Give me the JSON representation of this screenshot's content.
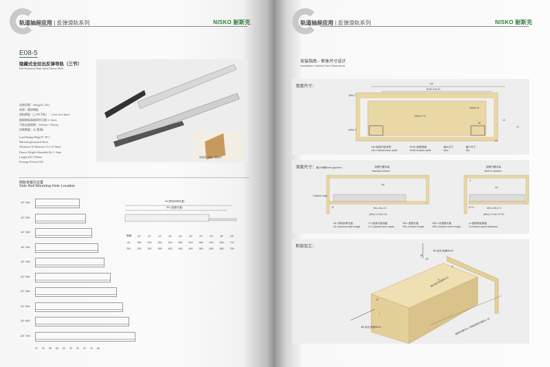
{
  "header": {
    "category": "轨道抽屉应用",
    "series": "反弹滑轨系列",
    "brand": "NISKO 耐斯克"
  },
  "left_page": {
    "model": "E08-5",
    "title_cn": "隐藏式全拉出反弹导轨（三节）",
    "title_en": "Full Extension Push Open Drawer Slide",
    "specs_cn": [
      "动态负载：35kg(14\"-28\")",
      "材质：镀锌钢板",
      "材料厚度（上/中/下轨）：1.5x1.5x1.8mm",
      "抽屉前板高度调节可调 1~3mm",
      "可选长度规格：250mm~700mm",
      "包装数量：10 套/箱"
    ],
    "specs_en": [
      "Load Rating:35kg(14\"-28\")",
      "Material:galvanized Sheet",
      "Thickness Of Material:1.5/1.5/1.8mm",
      "Drawer Height Adjustable By 1~3mm",
      "Length:250~700mm",
      "Packing:10 Sets/CTN"
    ],
    "photo_caption": "轻按开 优雅一按即开",
    "hole_section_cn": "侧轨安装孔位置",
    "hole_section_en": "Side Rail Mounting Hole Location",
    "sizes": [
      "10\" 250",
      "12\" 300",
      "14\" 350",
      "16\" 400",
      "18\" 450",
      "20\" 500",
      "22\" 550",
      "24\" 600",
      "26\" 650",
      "28\" 700"
    ],
    "bottom_dims": [
      "37",
      "32",
      "96",
      "64",
      "32",
      "32",
      "32",
      "32",
      "32",
      "64"
    ],
    "rail_nl_label": "NL(导轨标称长度)",
    "rail_skl_label": "SKL(抽屉长度)",
    "table": {
      "headers": [
        "规格",
        "10\"",
        "12\"",
        "14\"",
        "16\"",
        "18\"",
        "20\"",
        "22\"",
        "24\"",
        "26\"",
        "28\""
      ],
      "rows": [
        [
          "NL",
          "260",
          "310",
          "360",
          "410",
          "460",
          "510",
          "560",
          "610",
          "660",
          "710"
        ],
        [
          "SKL",
          "250",
          "300",
          "350",
          "400",
          "450",
          "500",
          "550",
          "600",
          "650",
          "700"
        ]
      ]
    }
  },
  "right_page": {
    "title_cn": "安装指南 – 柜体尺寸设计",
    "title_en": "Installation Cabinet Size Dimensions",
    "width_panel": {
      "label": "宽度尺寸：",
      "dims": {
        "lw": "LW",
        "skw": "SKW=LW-42",
        "min7": "(Min) 7",
        "max10": "(Max) 10",
        "min27": "(Min) 27.5",
        "min3": "(Min) 3",
        "d12": "12",
        "d37": "37",
        "d21": "21",
        "d16": "16"
      },
      "legend": [
        [
          "LW=柜体内部净宽",
          "LW=Cabinet inner width"
        ],
        [
          "SKW=抽屉宽度",
          "SKW=Drawer width"
        ],
        [
          "最大尺寸",
          "Max"
        ],
        [
          "最小尺寸",
          "Min"
        ]
      ]
    },
    "depth_panel": {
      "label": "深度尺寸：",
      "standard_cn": "抽屉外置安装",
      "standard_en": "Standard drawer",
      "builtin_cn": "抽屉内置安装",
      "builtin_en": "Built in drawers",
      "gap": "最小间隙3mm gap3mm",
      "cabinet_edge": "Cabinet edge",
      "std_dims": [
        "NL",
        "SKL=NL-10",
        "(Min) LT=NL+10",
        "37"
      ],
      "bi_dims": [
        "X",
        "NL",
        "ISKL=SKL+X",
        "(Min) LT=NL+X+10",
        "37+X"
      ],
      "legend": [
        [
          "NL=导轨标称长度",
          "NL=Nominal slide length"
        ],
        [
          "LT=柜体内部深度",
          "LT=Cabinet inner depth"
        ],
        [
          "SKL=抽屉长度",
          "SKL=Drawer length"
        ],
        [
          "ISKL=内抽屉长度",
          "ISKL=Drawer inner length"
        ],
        [
          "X=抽屉前板厚度",
          "X=Drawer panel thickness"
        ]
      ]
    },
    "machining_panel": {
      "label": "柜部加工：",
      "drill_top": "Ø6 钻孔深度Min11",
      "drill_mid": "Ø6 钻孔深度Min11",
      "drill_left": "Ø6 钻孔深度Min11",
      "length_note": "抽屉长度SKL=导轨标称长度NL-10",
      "dims": [
        "26",
        "25",
        "8",
        "8",
        "11",
        "7"
      ]
    }
  },
  "colors": {
    "wood": "#e9d7a6",
    "wood_edge": "#c9b27a",
    "brand_green": "#2f7d3b",
    "panel_bg": "#eeeeee"
  }
}
